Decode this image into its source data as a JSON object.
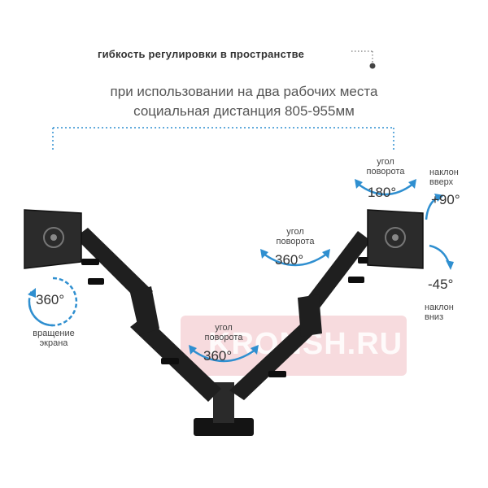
{
  "header": {
    "feature_title": "гибкость регулировки в пространстве",
    "line1": "при использовании на два рабочих места",
    "line2": "социальная дистанция 805-955мм"
  },
  "labels": {
    "rotation_screen_deg": "360°",
    "rotation_screen_text_1": "вращение",
    "rotation_screen_text_2": "экрана",
    "arm_rotation_deg": "360°",
    "arm_rotation_text_1": "угол",
    "arm_rotation_text_2": "поворота",
    "base_rotation_deg": "360°",
    "base_rotation_text_1": "угол",
    "base_rotation_text_2": "поворота",
    "top_rotation_deg": "180°",
    "top_rotation_text_1": "угол",
    "top_rotation_text_2": "поворота",
    "tilt_up_deg": "+90°",
    "tilt_up_text_1": "наклон",
    "tilt_up_text_2": "вверх",
    "tilt_down_deg": "-45°",
    "tilt_down_text_1": "наклон",
    "tilt_down_text_2": "вниз"
  },
  "watermark": "KRONSH.RU",
  "colors": {
    "accent_blue": "#2f8fd0",
    "arm_black": "#1e1e1e",
    "watermark_pink": "#f0bec3"
  }
}
